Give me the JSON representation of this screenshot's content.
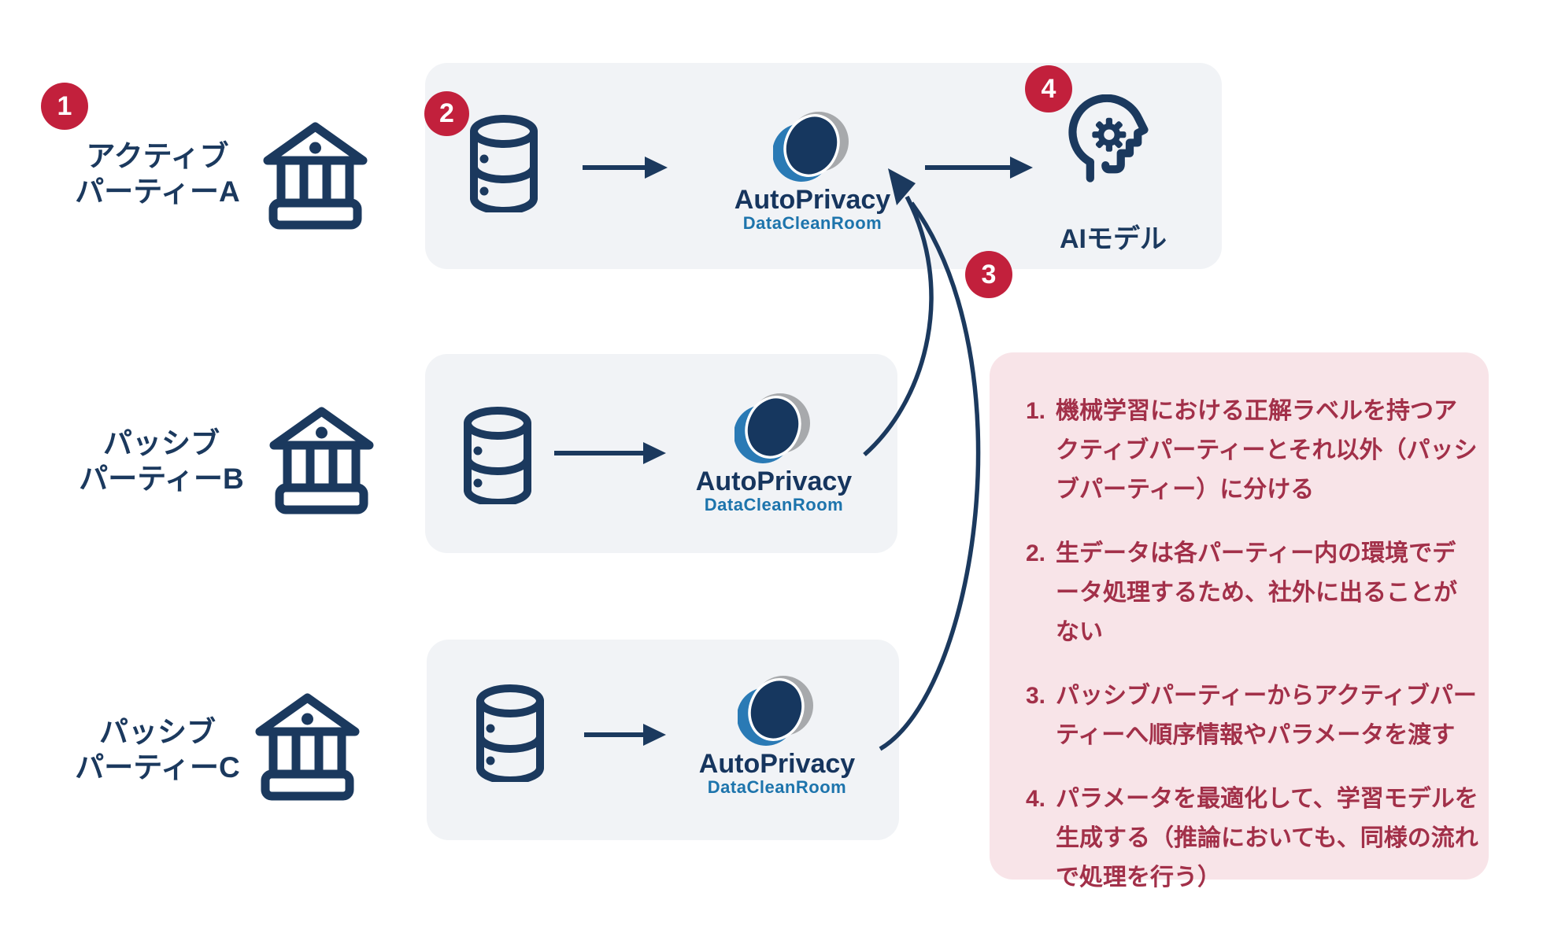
{
  "steps": {
    "badge1": "1",
    "badge2": "2",
    "badge3": "3",
    "badge4": "4"
  },
  "parties": [
    {
      "line1": "アクティブ",
      "line2": "パーティーA",
      "role": "active-party"
    },
    {
      "line1": "パッシブ",
      "line2": "パーティーB",
      "role": "passive-party"
    },
    {
      "line1": "パッシブ",
      "line2": "パーティーC",
      "role": "passive-party"
    }
  ],
  "clean_room": {
    "brand": "AutoPrivacy",
    "product": "DataCleanRoom"
  },
  "ai_model": {
    "label": "AIモデル"
  },
  "notes": {
    "items": [
      {
        "number": "1.",
        "text": "機械学習における正解ラベルを持つアクティブパーティーとそれ以外（パッシブパーティー）に分ける"
      },
      {
        "number": "2.",
        "text": "生データは各パーティー内の環境でデータ処理するため、社外に出ることがない"
      },
      {
        "number": "3.",
        "text": "パッシブパーティーからアクティブパーティーへ順序情報やパラメータを渡す"
      },
      {
        "number": "4.",
        "text": "パラメータを最適化して、学習モデルを生成する（推論においても、同様の流れで処理を行う）"
      }
    ]
  },
  "icons": {
    "party": "bank-icon",
    "raw_data": "database-icon",
    "clean_room": "autoprivacy-logo",
    "ai": "head-with-gear-icon"
  },
  "colors": {
    "navy": "#1b395e",
    "brand-navy": "#16355e",
    "brand-blue": "#1d74ac",
    "logo-blue": "#2a7ab5",
    "logo-gray": "#a7a9ac",
    "box-gray": "#f1f3f6",
    "badge-red": "#c2203c",
    "note-pink": "#f8e4e8",
    "note-maroon": "#a23049"
  }
}
